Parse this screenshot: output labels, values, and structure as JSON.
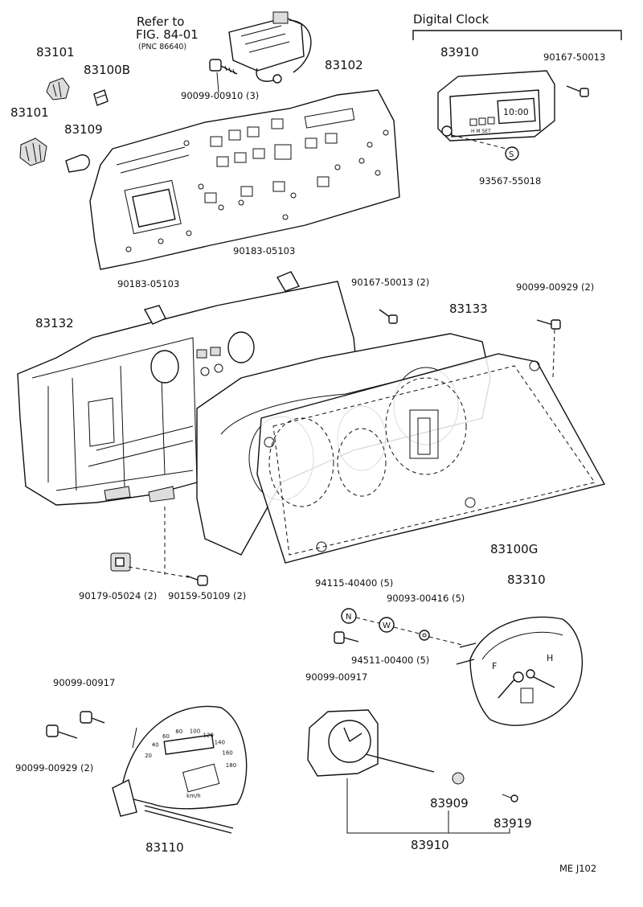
{
  "header": {
    "refer_line1": "Refer to",
    "refer_line2": "FIG. 84-01",
    "refer_pnc": "(PNC 86640)",
    "digital_clock": "Digital Clock"
  },
  "parts": {
    "p83101_top": "83101",
    "p83100B": "83100B",
    "p83101_bottom": "83101",
    "p83109": "83109",
    "p90099_00910": "90099-00910 (3)",
    "p83102": "83102",
    "p83910_top": "83910",
    "p90167_50013_top": "90167-50013",
    "p93567_55018": "93567-55018",
    "p90183_05103_a": "90183-05103",
    "p90183_05103_b": "90183-05103",
    "p90167_50013_2": "90167-50013 (2)",
    "p90099_00929_2": "90099-00929 (2)",
    "p83132": "83132",
    "p83133": "83133",
    "p83100G": "83100G",
    "p90179_05024": "90179-05024 (2)",
    "p90159_50109": "90159-50109 (2)",
    "p94115_40400": "94115-40400 (5)",
    "p90093_00416": "90093-00416 (5)",
    "p83310": "83310",
    "p94511_00400": "94511-00400 (5)",
    "p90099_00917_mid": "90099-00917",
    "p90099_00917_left": "90099-00917",
    "p90099_00929_left": "90099-00929 (2)",
    "p83909": "83909",
    "p83919": "83919",
    "p83110": "83110",
    "p83910_bottom": "83910"
  },
  "symbols": {
    "s": "S",
    "n": "N",
    "w": "W"
  },
  "dials": {
    "speedo_numbers": [
      "20",
      "40",
      "60",
      "80",
      "100",
      "120",
      "140",
      "160",
      "180"
    ],
    "speedo_unit": "km/h",
    "fuel_f": "F",
    "temp_h": "H",
    "clock_display": "10:00",
    "clock_buttons": "H M SET"
  },
  "footer": {
    "code": "ME  J102"
  }
}
